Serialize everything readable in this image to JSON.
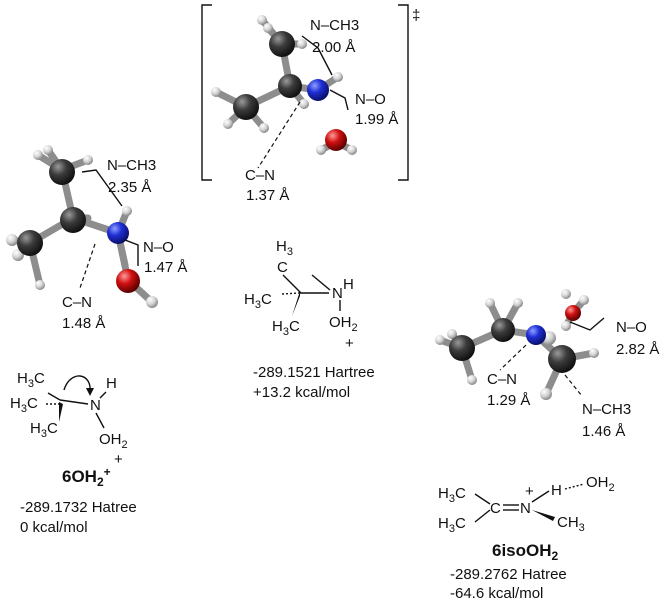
{
  "reactant": {
    "distances": {
      "n_ch3": {
        "label": "N–CH3",
        "value": "2.35 Å"
      },
      "n_o": {
        "label": "N–O",
        "value": "1.47 Å"
      },
      "c_n": {
        "label": "C–N",
        "value": "1.48 Å"
      }
    },
    "name": "6OH2+",
    "energy_hartree": "-289.1732 Hatree",
    "energy_rel": "0 kcal/mol"
  },
  "transition_state": {
    "symbol": "‡",
    "distances": {
      "n_ch3": {
        "label": "N–CH3",
        "value": "2.00 Å"
      },
      "n_o": {
        "label": "N–O",
        "value": "1.99 Å"
      },
      "c_n": {
        "label": "C–N",
        "value": "1.37 Å"
      }
    },
    "energy_hartree": "-289.1521 Hartree",
    "energy_rel": "+13.2 kcal/mol"
  },
  "product": {
    "distances": {
      "n_o": {
        "label": "N–O",
        "value": "2.82 Å"
      },
      "c_n": {
        "label": "C–N",
        "value": "1.29 Å"
      },
      "n_ch3": {
        "label": "N–CH3",
        "value": "1.46 Å"
      }
    },
    "name": "6isoOH2",
    "energy_hartree": "-289.2762 Hatree",
    "energy_rel": "-64.6 kcal/mol"
  },
  "colors": {
    "carbon": "#3a3a3a",
    "nitrogen": "#1f2fd6",
    "oxygen": "#d01010",
    "hydrogen": "#d8d8d8"
  }
}
